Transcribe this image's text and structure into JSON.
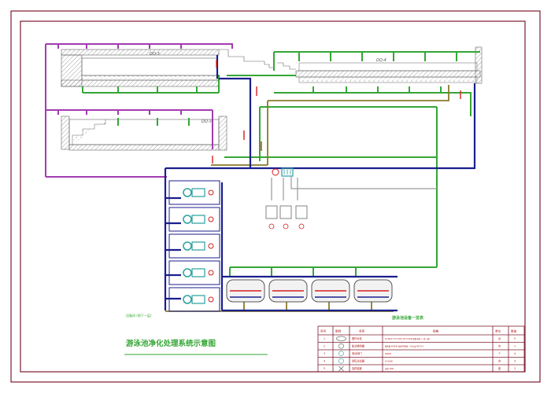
{
  "drawing": {
    "title": "游泳池净化处理系统示意图",
    "pools": {
      "upper_left": "DQ-3",
      "upper_right": "DQ-4",
      "lower": "DQ-3"
    },
    "stamp": "游泳池设备一览表",
    "small_note": "设备间 (地下一层)"
  },
  "legend": {
    "headers": [
      "序号",
      "图例",
      "名称",
      "规格",
      "单位",
      "数量"
    ],
    "rows": [
      {
        "no": "1",
        "icon": "pump-symbol",
        "name": "循环水泵",
        "spec": "Q=60m³/h H=20m N=5.5kW 配套电机 (一用一备)",
        "unit": "台",
        "qty": "5"
      },
      {
        "no": "2",
        "icon": "heater-symbol",
        "name": "板式换热器",
        "spec": "换热量 400kW 材质不锈钢 一次水温 90/70℃",
        "unit": "台",
        "qty": "1"
      },
      {
        "no": "3",
        "icon": "valve-symbol",
        "name": "电动阀门",
        "spec": "DN150",
        "unit": "个",
        "qty": "4"
      },
      {
        "no": "4",
        "icon": "filter-symbol",
        "name": "砂缸过滤器",
        "spec": "D=1600",
        "unit": "台",
        "qty": "4"
      },
      {
        "no": "5",
        "icon": "dosing-symbol",
        "name": "加药装置",
        "spec": "容积 200L",
        "unit": "套",
        "qty": "3"
      }
    ]
  },
  "colors": {
    "frame": "#7b1c2e",
    "green": "#35a635",
    "purple": "#a23bb0",
    "navy": "#1a1f8c",
    "olive": "#8a7a2a",
    "red": "#d42020",
    "gray": "#9a9a9a"
  }
}
